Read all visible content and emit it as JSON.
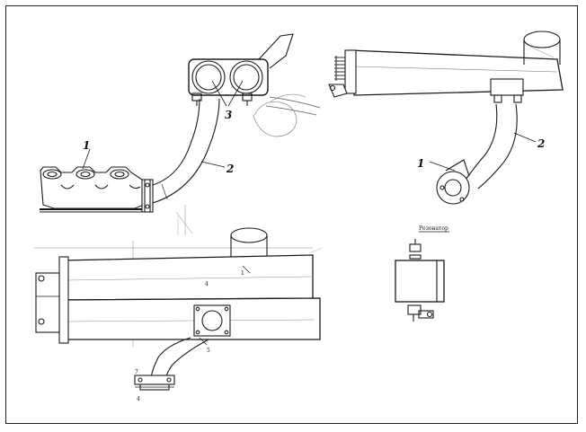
{
  "diagram": {
    "labels": {
      "top_left": {
        "manifold": "1",
        "pipe": "2",
        "clamps": "3"
      },
      "top_right": {
        "flange": "1",
        "pipe": "2"
      },
      "bottom_left": {
        "outlet": "1",
        "body": "4",
        "joint": "5",
        "flange_a": "7",
        "flange_b": "4"
      },
      "detail_title": "Резонатор"
    },
    "colors": {
      "ink": "#1a1a1a",
      "paper": "#ffffff",
      "shadow": "#9a9a9a"
    }
  }
}
